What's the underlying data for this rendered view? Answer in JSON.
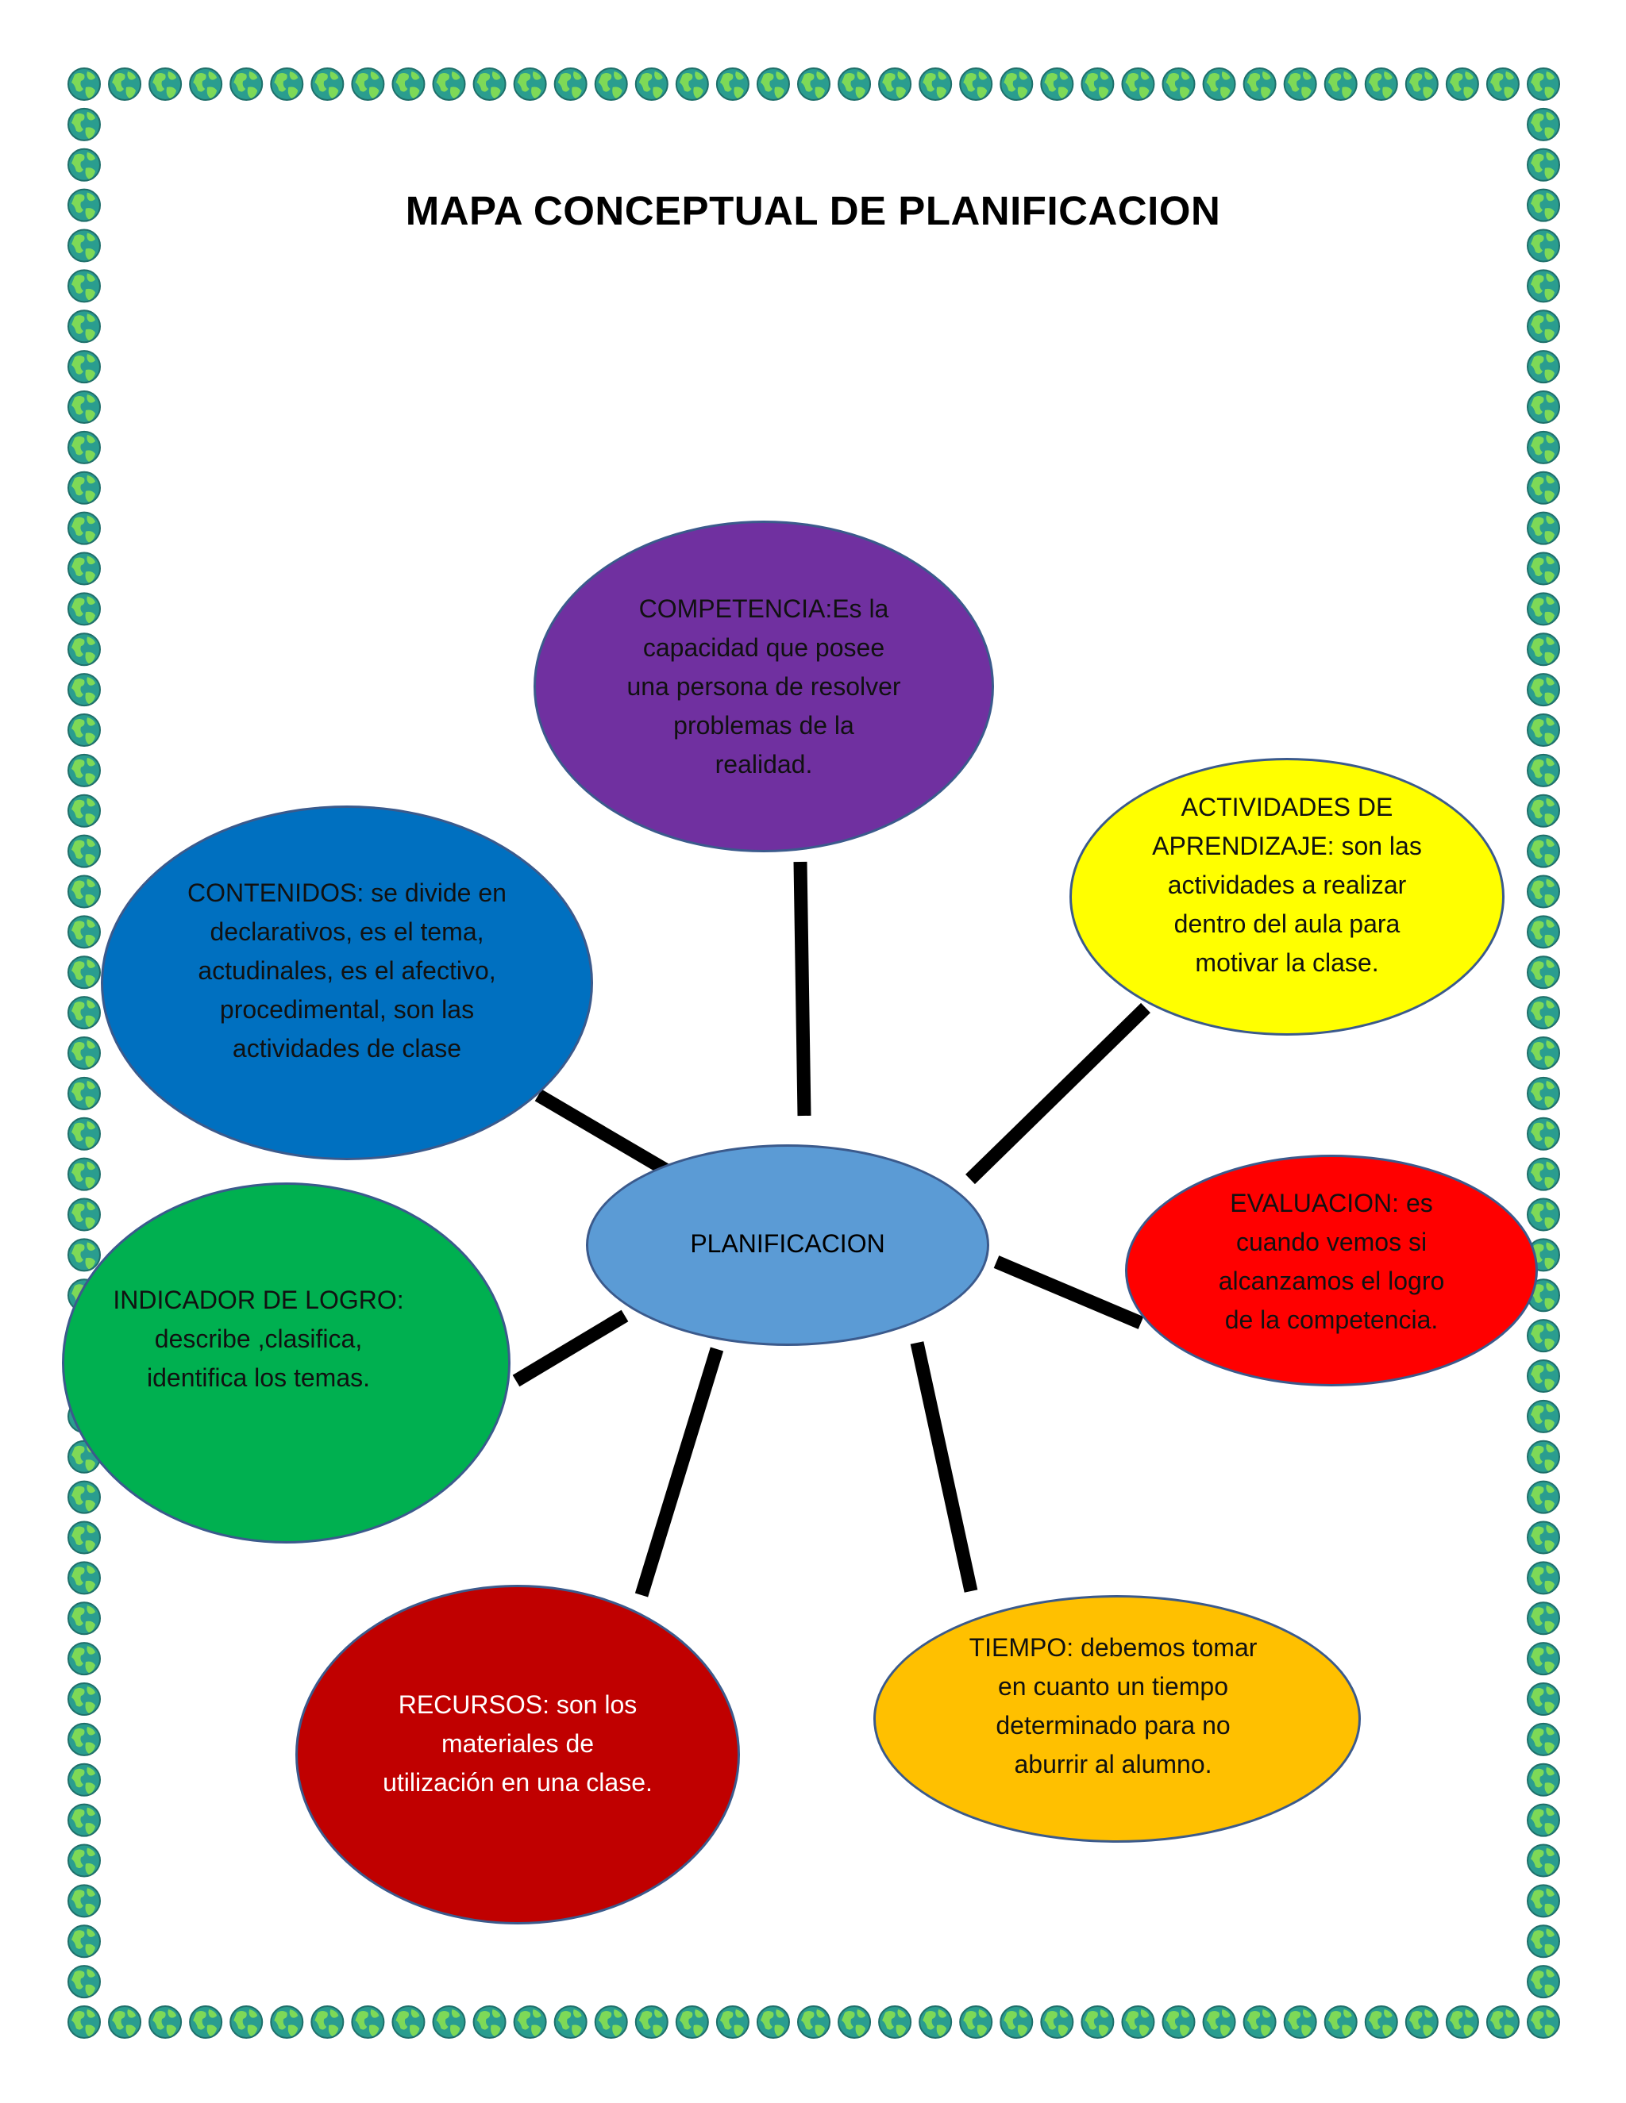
{
  "title": "MAPA CONCEPTUAL DE PLANIFICACION",
  "border_icon": "globe-icon",
  "colors": {
    "center": "#5b9bd5",
    "competencia": "#7030a0",
    "actividades": "#ffff00",
    "contenidos": "#0070c0",
    "evaluacion": "#ff0000",
    "indicador": "#00b050",
    "recursos": "#c00000",
    "tiempo": "#ffc000",
    "connector": "#000000",
    "globe_ocean": "#2a9d8f",
    "globe_land": "#7ed957"
  },
  "center": {
    "label": "PLANIFICACION"
  },
  "nodes": {
    "competencia": {
      "text": "COMPETENCIA:Es la\ncapacidad que posee\nuna persona de resolver\nproblemas de la\nrealidad."
    },
    "actividades": {
      "text": "ACTIVIDADES DE\nAPRENDIZAJE: son las\nactividades a realizar\ndentro del aula para\nmotivar la clase."
    },
    "contenidos": {
      "text": "CONTENIDOS: se divide en\ndeclarativos, es el tema,\nactudinales, es el afectivo,\nprocedimental, son las\nactividades de clase"
    },
    "evaluacion": {
      "text": "EVALUACION: es\ncuando vemos si\nalcanzamos el logro\nde la competencia."
    },
    "indicador": {
      "text": "INDICADOR DE LOGRO:\ndescribe ,clasifica,\nidentifica los temas."
    },
    "recursos": {
      "text": "RECURSOS: son los\nmateriales de\nutilización en una clase."
    },
    "tiempo": {
      "text": "TIEMPO: debemos tomar\nen cuanto un tiempo\ndeterminado para no\naburrir al alumno."
    }
  }
}
